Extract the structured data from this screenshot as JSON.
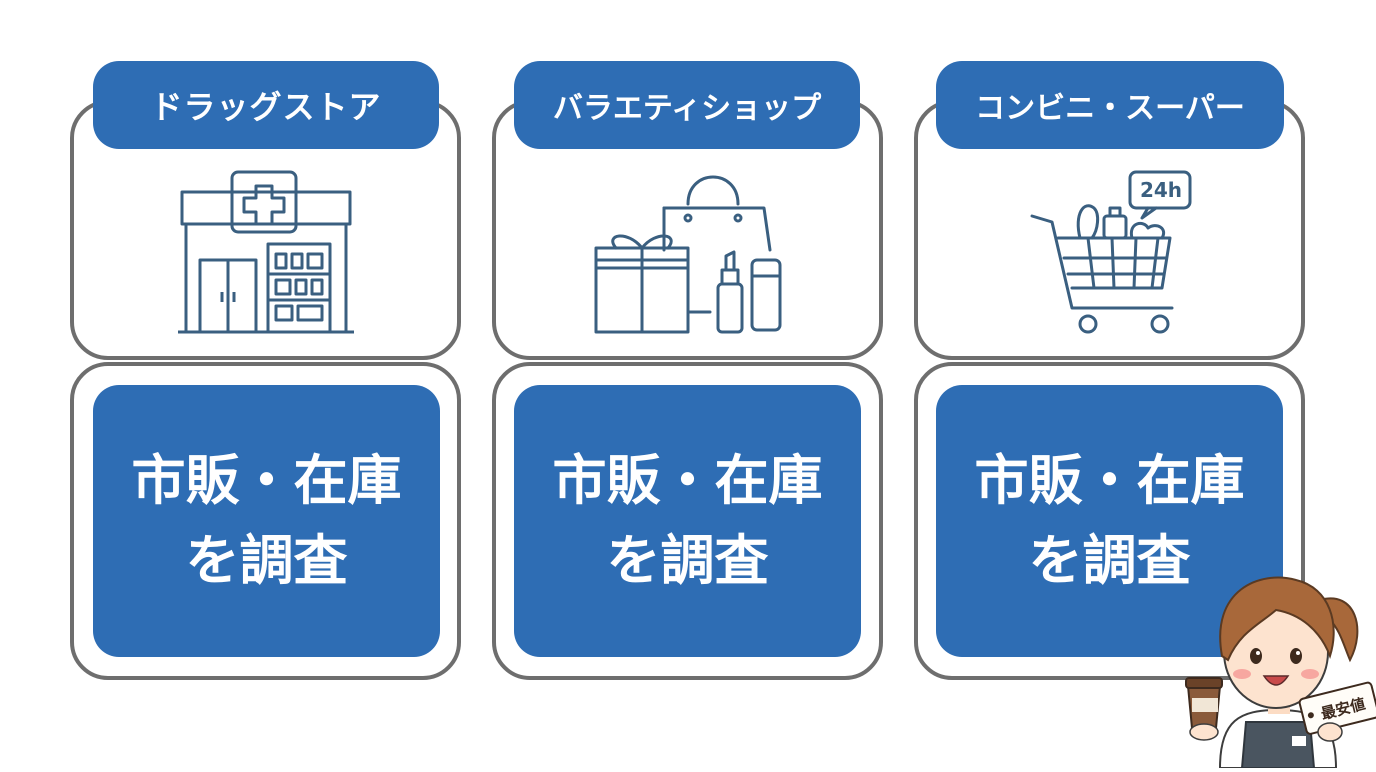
{
  "columns": [
    {
      "category": "ドラッグストア",
      "icon": "pharmacy-store-icon",
      "action_line1": "市販・在庫",
      "action_line2": "を調査"
    },
    {
      "category": "バラエティショップ",
      "icon": "gift-shopping-bag-cosmetics-icon",
      "action_line1": "市販・在庫",
      "action_line2": "を調査"
    },
    {
      "category": "コンビニ・スーパー",
      "icon": "shopping-cart-24h-icon",
      "action_line1": "市販・在庫",
      "action_line2": "を調査",
      "icon_badge": "24h"
    }
  ],
  "mascot": {
    "icon": "shop-clerk-mascot",
    "price_tag": "最安値"
  },
  "colors": {
    "accent": "#2e6db4",
    "outline": "#6e6e6e",
    "icon_stroke": "#3a5f80"
  }
}
